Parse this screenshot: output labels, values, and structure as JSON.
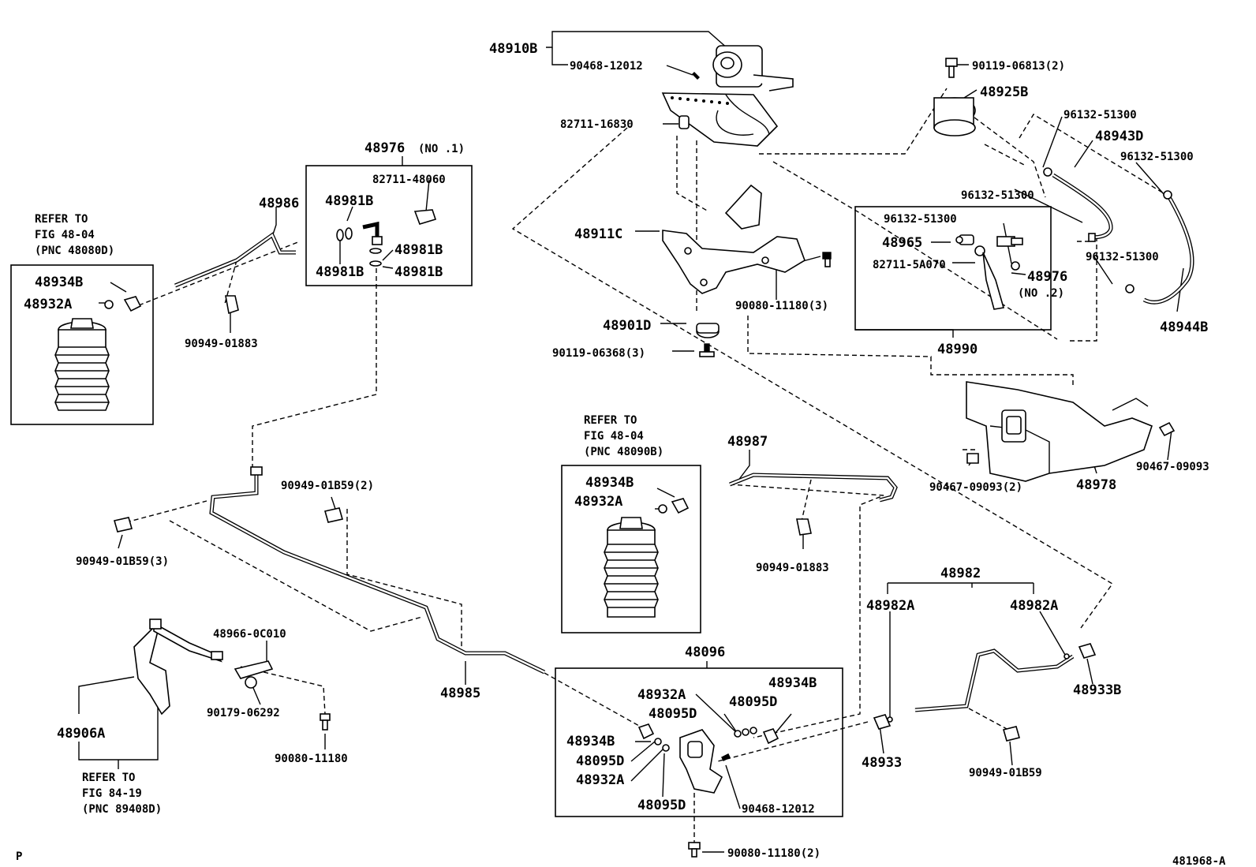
{
  "diagram": {
    "code": "481968-A",
    "corner_mark": "P",
    "labels": {
      "p48910B": "48910B",
      "p90468_12012_top": "90468-12012",
      "p82711_16830": "82711-16830",
      "p90119_06813": "90119-06813(2)",
      "p48925B": "48925B",
      "p96132_a": "96132-51300",
      "p48943D": "48943D",
      "p96132_b": "96132-51300",
      "p96132_c": "96132-51300",
      "p96132_d": "96132-51300",
      "p96132_e": "96132-51300",
      "p48965": "48965",
      "p82711_5A070": "82711-5A070",
      "p48976_no2": "48976",
      "p48976_no2_sub": "(NO .2)",
      "p48990": "48990",
      "p48944B": "48944B",
      "p48911C": "48911C",
      "p90080_11180_3": "90080-11180(3)",
      "p48901D": "48901D",
      "p90119_06368": "90119-06368(3)",
      "p48976_no1": "48976",
      "p48976_no1_sub": "(NO .1)",
      "p82711_48060": "82711-48060",
      "p48981B_1": "48981B",
      "p48981B_2": "48981B",
      "p48981B_3": "48981B",
      "p48981B_4": "48981B",
      "p48986": "48986",
      "p90949_01883_a": "90949-01883",
      "refer1_line1": "REFER TO",
      "refer1_line2": "FIG 48-04",
      "refer1_line3": "(PNC 48080D)",
      "p48934B_a": "48934B",
      "p48932A_a": "48932A",
      "p48978": "48978",
      "p90467_09093": "90467-09093",
      "p90467_09093_2": "90467-09093(2)",
      "refer2_line1": "REFER TO",
      "refer2_line2": "FIG 48-04",
      "refer2_line3": "(PNC 48090B)",
      "p48987": "48987",
      "p48934B_b": "48934B",
      "p48932A_b": "48932A",
      "p90949_01883_b": "90949-01883",
      "p90949_01B59_2": "90949-01B59(2)",
      "p90949_01B59_3": "90949-01B59(3)",
      "p48982": "48982",
      "p48982A_l": "48982A",
      "p48982A_r": "48982A",
      "p48933B": "48933B",
      "p48933": "48933",
      "p90949_01B59": "90949-01B59",
      "p48966_0C010": "48966-0C010",
      "p90179_06292": "90179-06292",
      "p90080_11180": "90080-11180",
      "p48985": "48985",
      "p48906A": "48906A",
      "refer3_line1": "REFER TO",
      "refer3_line2": "FIG 84-19",
      "refer3_line3": "(PNC 89408D)",
      "p48096": "48096",
      "p48932A_c": "48932A",
      "p48095D_a": "48095D",
      "p48095D_b": "48095D",
      "p48934B_c": "48934B",
      "p48934B_d": "48934B",
      "p48095D_c": "48095D",
      "p48932A_d": "48932A",
      "p48095D_d": "48095D",
      "p90468_12012_bot": "90468-12012",
      "p90080_11180_2": "90080-11180(2)"
    }
  }
}
